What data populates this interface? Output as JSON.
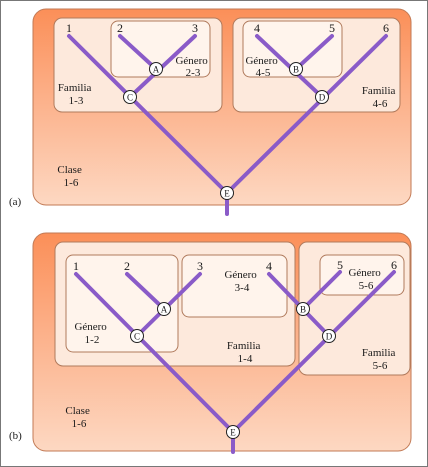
{
  "panels": [
    {
      "id": "a",
      "label": "(a)",
      "leaves": [
        "1",
        "2",
        "3",
        "4",
        "5",
        "6"
      ],
      "nodes": [
        "A",
        "B",
        "C",
        "D",
        "E"
      ],
      "groups": {
        "genero_a": [
          "Género",
          "2-3"
        ],
        "genero_b": [
          "Género",
          "4-5"
        ],
        "familia_1": [
          "Familia",
          "1-3"
        ],
        "familia_2": [
          "Familia",
          "4-6"
        ],
        "clase": [
          "Clase",
          "1-6"
        ]
      }
    },
    {
      "id": "b",
      "label": "(b)",
      "leaves": [
        "1",
        "2",
        "3",
        "4",
        "5",
        "6"
      ],
      "nodes": [
        "B",
        "C",
        "D",
        "E",
        "A"
      ],
      "groups": {
        "genero_a": [
          "Género",
          "3-4"
        ],
        "genero_b": [
          "Género",
          "5-6"
        ],
        "genero_c": [
          "Género",
          "1-2"
        ],
        "familia_1": [
          "Familia",
          "1-4"
        ],
        "familia_2": [
          "Familia",
          "5-6"
        ],
        "clase": [
          "Clase",
          "1-6"
        ]
      }
    }
  ],
  "colors": {
    "branch": "#8a5bc8",
    "clase_fill_top": "#fb8f58",
    "clase_fill_bottom": "#fdd8c2",
    "familia_fill": "#fde9dc",
    "genero_fill": "#fff4ec",
    "box_stroke": "#b07a5c"
  }
}
